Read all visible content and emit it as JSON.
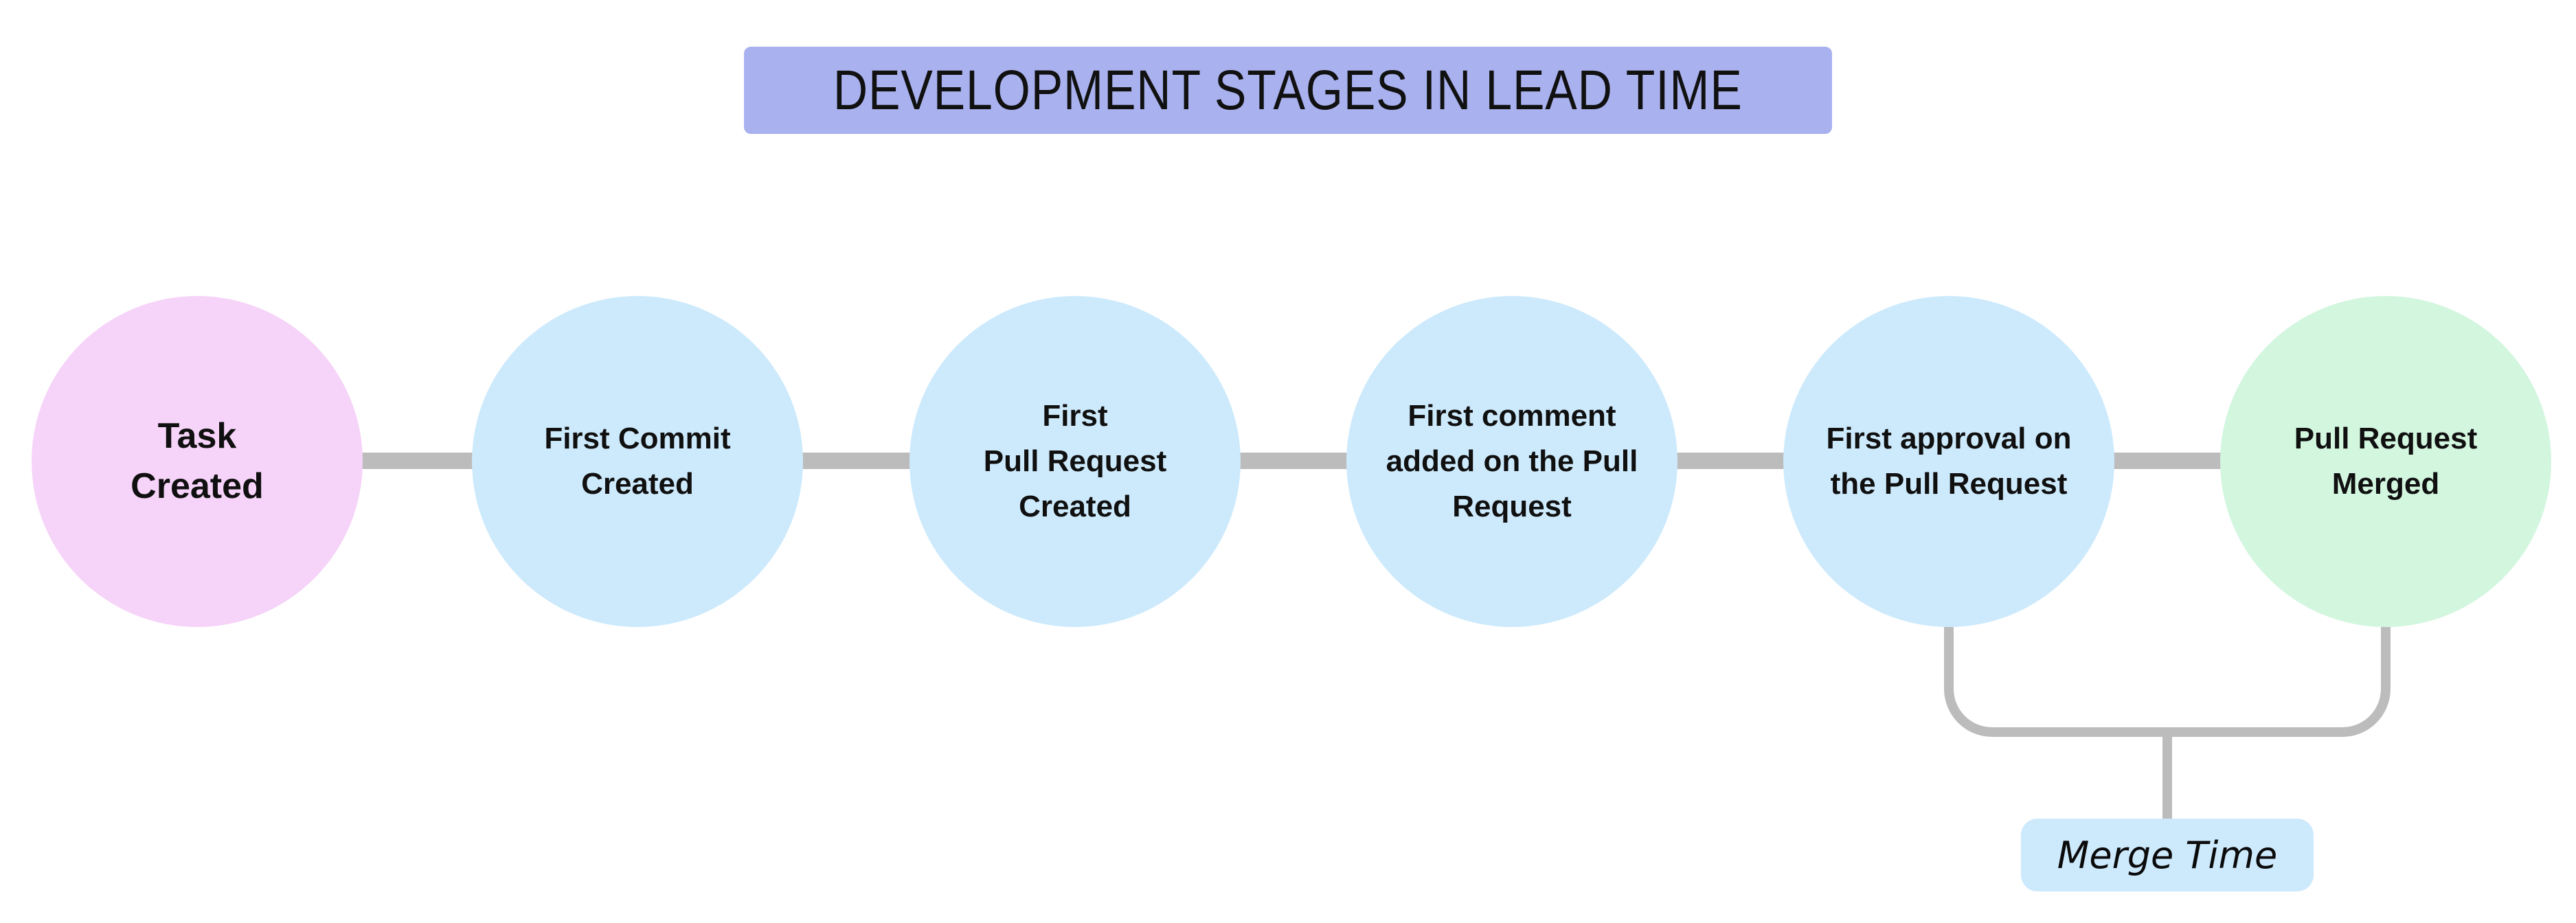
{
  "title": {
    "text": "DEVELOPMENT STAGES IN LEAD TIME",
    "bg_color": "#a9b2ef"
  },
  "stages": [
    {
      "label": "Task\nCreated",
      "color": "#f6d3f8"
    },
    {
      "label": "First Commit\nCreated",
      "color": "#cdeafc"
    },
    {
      "label": "First\nPull Request\nCreated",
      "color": "#cdeafc"
    },
    {
      "label": "First comment\nadded on the Pull\nRequest",
      "color": "#cdeafc"
    },
    {
      "label": "First approval on\nthe Pull Request",
      "color": "#cdeafc"
    },
    {
      "label": "Pull Request\nMerged",
      "color": "#d3f6df"
    }
  ],
  "annotation": {
    "label": "Merge Time",
    "bg_color": "#cde9fc"
  },
  "colors": {
    "connector": "#bcbcbc",
    "text": "#101010",
    "background": "#ffffff"
  }
}
